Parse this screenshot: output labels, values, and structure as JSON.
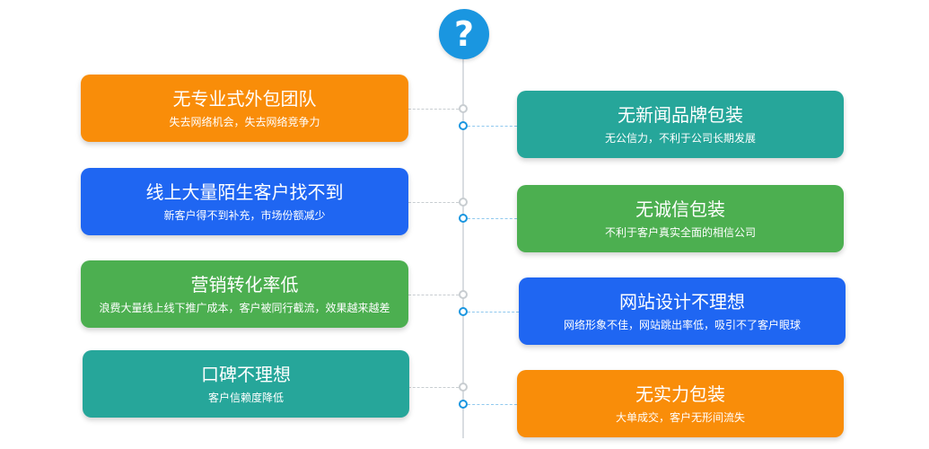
{
  "center": {
    "symbol": "?"
  },
  "left_cards": [
    {
      "title": "无专业式外包团队",
      "subtitle": "失去网络机会，失去网络竞争力",
      "color": "#f98d09"
    },
    {
      "title": "线上大量陌生客户找不到",
      "subtitle": "新客户得不到补充，市场份额减少",
      "color": "#1f66f2"
    },
    {
      "title": "营销转化率低",
      "subtitle": "浪费大量线上线下推广成本，客户被同行截流，效果越来越差",
      "color": "#4caf50"
    },
    {
      "title": "口碑不理想",
      "subtitle": "客户信赖度降低",
      "color": "#26a69a"
    }
  ],
  "right_cards": [
    {
      "title": "无新闻品牌包装",
      "subtitle": "无公信力，不利于公司长期发展",
      "color": "#26a69a"
    },
    {
      "title": "无诚信包装",
      "subtitle": "不利于客户真实全面的相信公司",
      "color": "#4caf50"
    },
    {
      "title": "网站设计不理想",
      "subtitle": "网络形象不佳，网站跳出率低，吸引不了客户眼球",
      "color": "#1f66f2"
    },
    {
      "title": "无实力包装",
      "subtitle": "大单成交，客户无形间流失",
      "color": "#f98d09"
    }
  ]
}
